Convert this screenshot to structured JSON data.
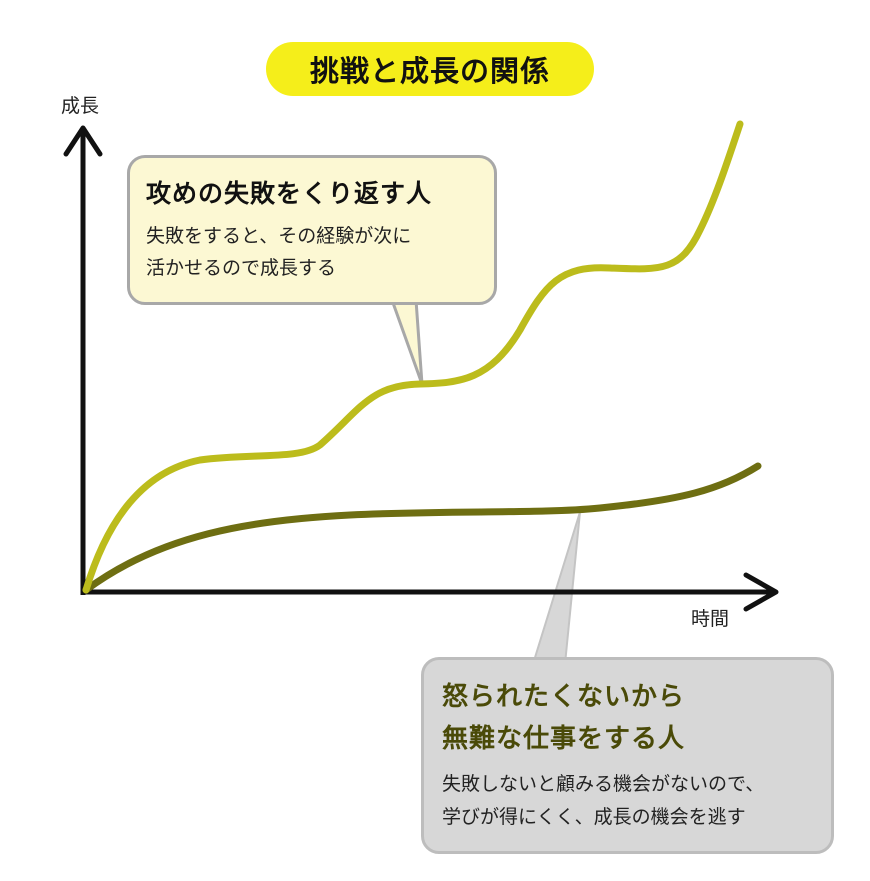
{
  "title": "挑戦と成長の関係",
  "axes": {
    "y_label": "成長",
    "x_label": "時間"
  },
  "bubbles": {
    "challenger": {
      "heading": "攻めの失敗をくり返す人",
      "body_line1": "失敗をすると、その経験が次に",
      "body_line2": "活かせるので成長する"
    },
    "safe": {
      "heading_line1": "怒られたくないから",
      "heading_line2": "無難な仕事をする人",
      "body_line1": "失敗しないと顧みる機会がないので、",
      "body_line2": "学びが得にくく、成長の機会を逃す"
    }
  },
  "colors": {
    "title_bg": "#f5ee1a",
    "challenger_line": "#bcbc1c",
    "safe_line": "#6e6e12",
    "bubble_a_bg": "#fcf8d3",
    "bubble_b_bg": "#d7d7d7"
  },
  "chart_data": {
    "type": "line",
    "title": "挑戦と成長の関係",
    "xlabel": "時間",
    "ylabel": "成長",
    "grid": false,
    "legend": "none (callout bubbles)",
    "series": [
      {
        "name": "攻めの失敗をくり返す人",
        "description": "stepwise growth with plateaus, ending steeply upward",
        "x": [
          0,
          10,
          20,
          30,
          40,
          50,
          60,
          70,
          80,
          90,
          100
        ],
        "values": [
          0,
          18,
          22,
          23,
          32,
          36,
          40,
          50,
          52,
          55,
          80
        ]
      },
      {
        "name": "怒られたくないから無難な仕事をする人",
        "description": "slow growth that flattens, slight uptick at end",
        "x": [
          0,
          10,
          20,
          30,
          40,
          50,
          60,
          70,
          80,
          90,
          100
        ],
        "values": [
          0,
          6,
          10,
          12,
          13,
          13.5,
          14,
          14.5,
          15.5,
          17,
          21
        ]
      }
    ],
    "annotations": [
      "攻めの失敗をくり返す人: 失敗をすると、その経験が次に活かせるので成長する",
      "怒られたくないから無難な仕事をする人: 失敗しないと顧みる機会がないので、学びが得にくく、成長の機会を逃す"
    ]
  }
}
